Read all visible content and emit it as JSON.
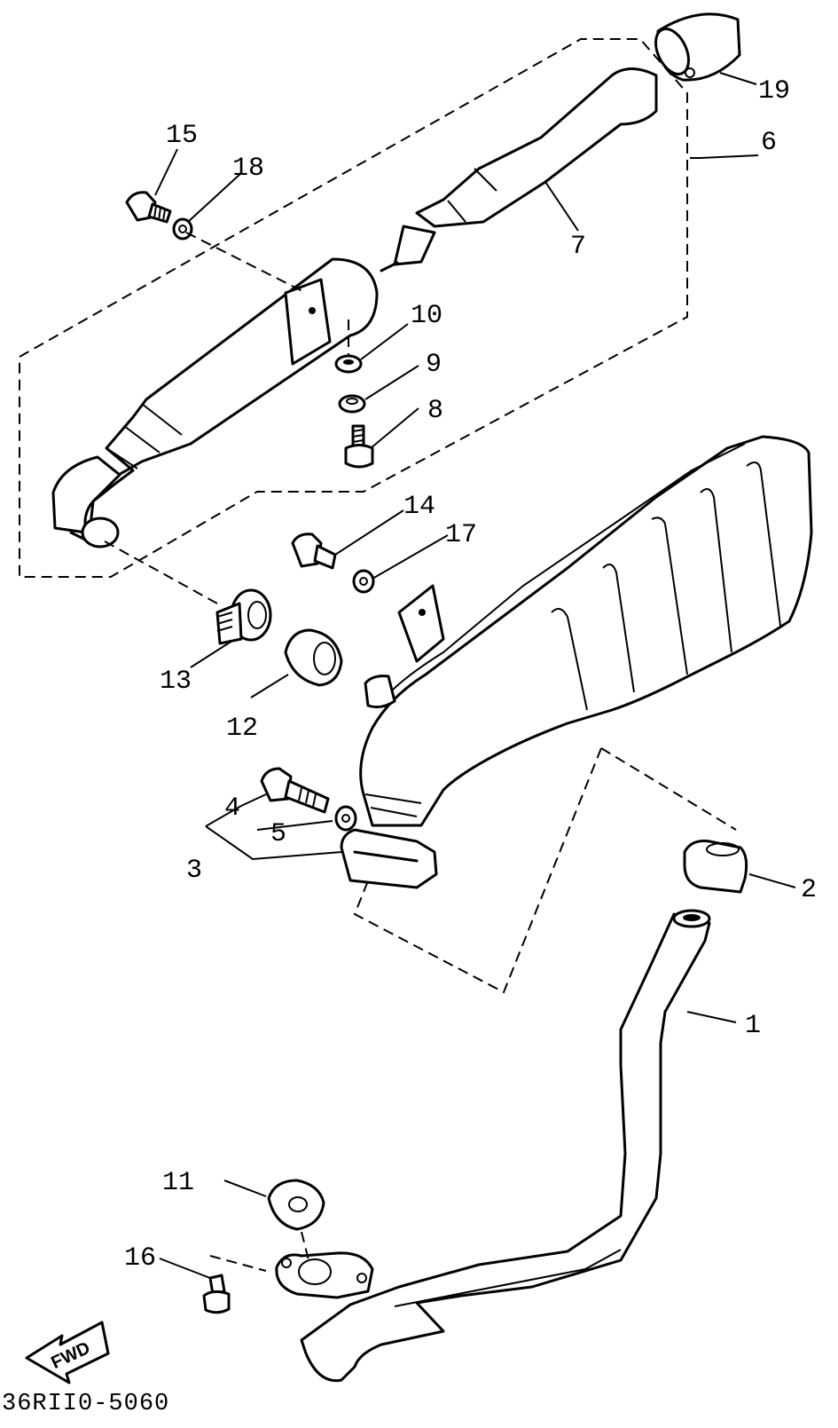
{
  "diagram": {
    "callouts": [
      "1",
      "2",
      "3",
      "4",
      "5",
      "6",
      "7",
      "8",
      "9",
      "10",
      "11",
      "12",
      "13",
      "14",
      "15",
      "16",
      "17",
      "18",
      "19"
    ],
    "drawing_code": "36RII0-5060",
    "fwd_label": "FWD"
  }
}
